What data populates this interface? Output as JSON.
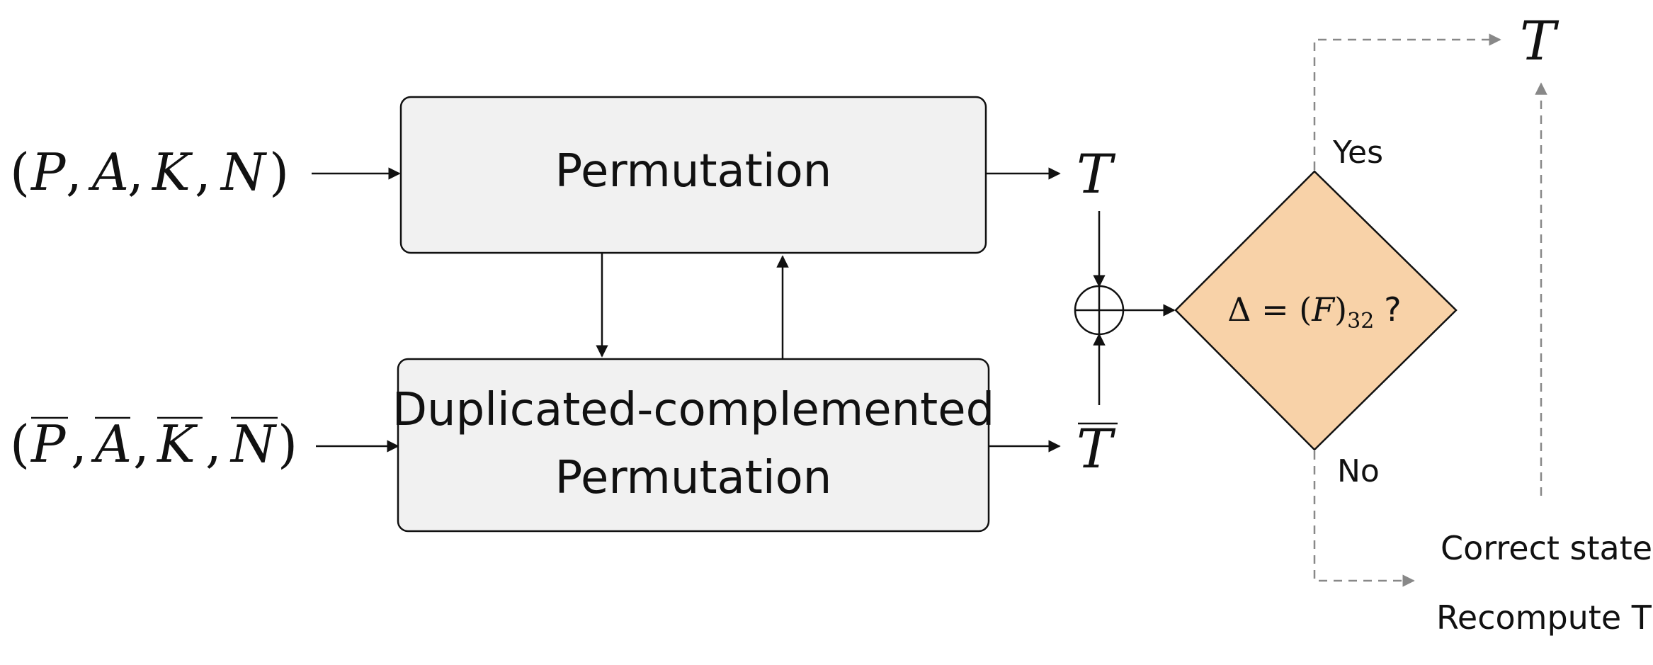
{
  "inputs": {
    "top": {
      "open": "(",
      "vars": [
        "P",
        "A",
        "K",
        "N"
      ],
      "sep": ",",
      "close": ")"
    },
    "bottom": {
      "open": "(",
      "vars": [
        "P",
        "A",
        "K",
        "N"
      ],
      "sep": ",",
      "close": ")",
      "overlined": true
    }
  },
  "boxes": {
    "permutation": {
      "label": "Permutation"
    },
    "dup_permutation": {
      "line1": "Duplicated-complemented",
      "line2": "Permutation"
    }
  },
  "outputs": {
    "tag": "T",
    "tag_bar": "T",
    "final_tag": "T"
  },
  "decision": {
    "lhs": "Δ = (",
    "var": "F",
    "rhs": ")",
    "subscript": "32",
    "question": "?",
    "fill": "#f8d2a8"
  },
  "branches": {
    "yes": "Yes",
    "no": "No",
    "correct_state": "Correct state",
    "recompute": "Recompute T"
  },
  "colors": {
    "box_fill": "#f1f1f1",
    "stroke": "#111111",
    "dashed": "#888888",
    "diamond": "#f8d2a8"
  }
}
